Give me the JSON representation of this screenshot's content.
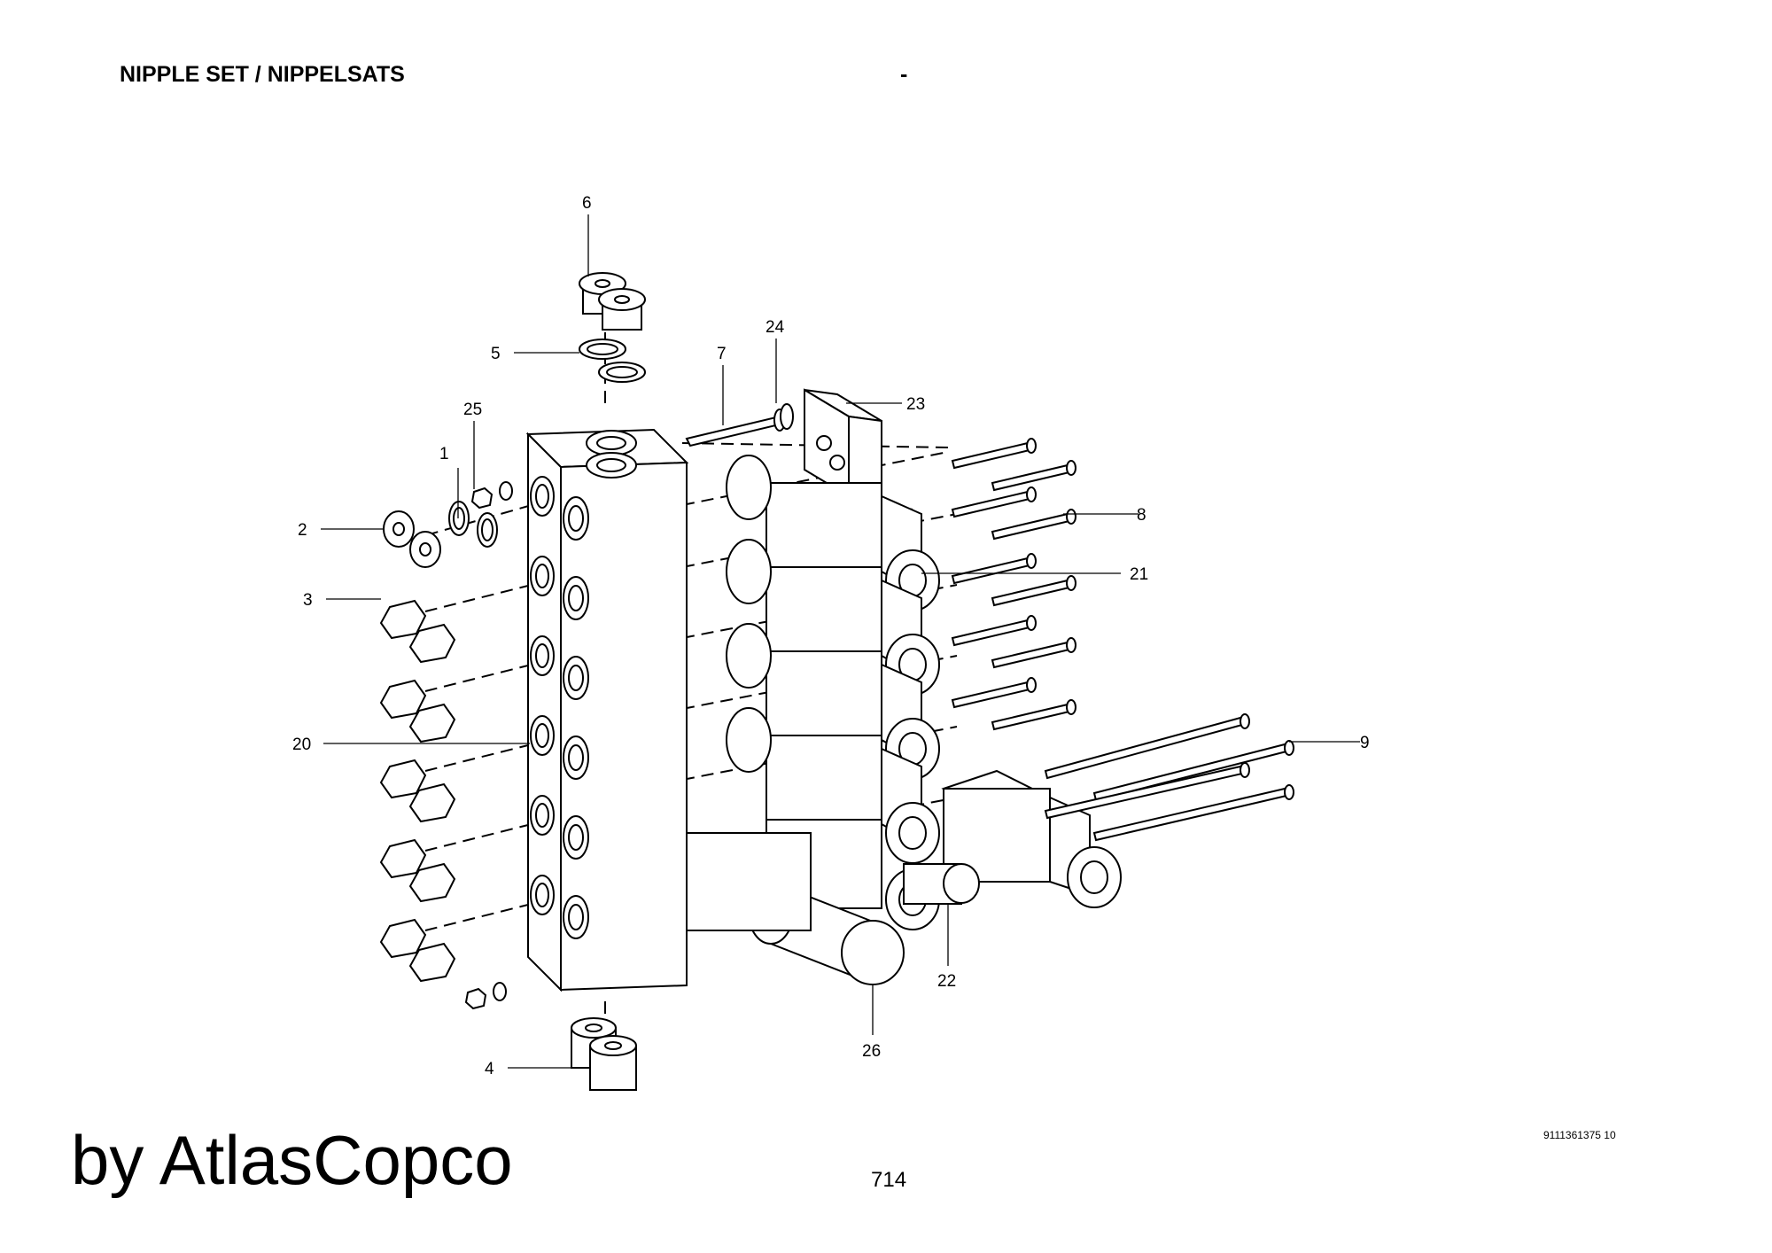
{
  "header": {
    "title": "NIPPLE SET / NIPPELSATS",
    "separator": "-"
  },
  "callouts": [
    {
      "id": "c1",
      "label": "1"
    },
    {
      "id": "c2",
      "label": "2"
    },
    {
      "id": "c3",
      "label": "3"
    },
    {
      "id": "c4",
      "label": "4"
    },
    {
      "id": "c5",
      "label": "5"
    },
    {
      "id": "c6",
      "label": "6"
    },
    {
      "id": "c7",
      "label": "7"
    },
    {
      "id": "c8",
      "label": "8"
    },
    {
      "id": "c9",
      "label": "9"
    },
    {
      "id": "c20",
      "label": "20"
    },
    {
      "id": "c21",
      "label": "21"
    },
    {
      "id": "c22",
      "label": "22"
    },
    {
      "id": "c23",
      "label": "23"
    },
    {
      "id": "c24",
      "label": "24"
    },
    {
      "id": "c25",
      "label": "25"
    },
    {
      "id": "c26",
      "label": "26"
    }
  ],
  "footer": {
    "brand": "by AtlasCopco",
    "page_number": "714",
    "document_code": "9111361375 10"
  }
}
